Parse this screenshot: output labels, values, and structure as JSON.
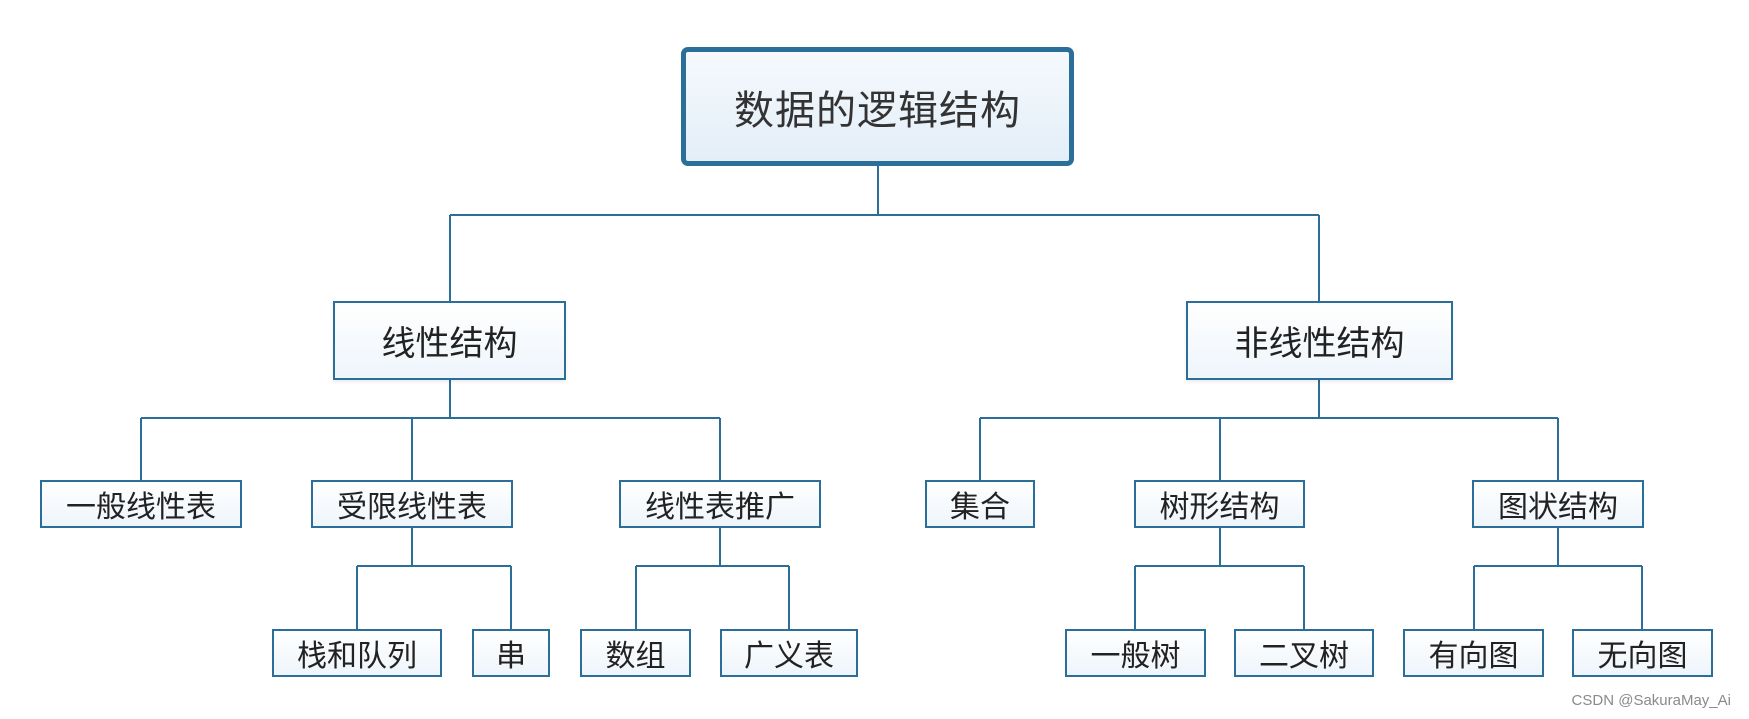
{
  "diagram": {
    "root": "数据的逻辑结构",
    "linear": {
      "label": "线性结构",
      "general_list": "一般线性表",
      "restricted_list": "受限线性表",
      "stack_queue": "栈和队列",
      "string": "串",
      "generalized": "线性表推广",
      "array": "数组",
      "generalized_list": "广义表"
    },
    "nonlinear": {
      "label": "非线性结构",
      "set": "集合",
      "tree": "树形结构",
      "general_tree": "一般树",
      "binary_tree": "二叉树",
      "graph": "图状结构",
      "directed_graph": "有向图",
      "undirected_graph": "无向图"
    },
    "colors": {
      "border": "#2b6e99",
      "fill": "#eef5fb",
      "text": "#222222"
    }
  },
  "watermark": "CSDN @SakuraMay_Ai"
}
